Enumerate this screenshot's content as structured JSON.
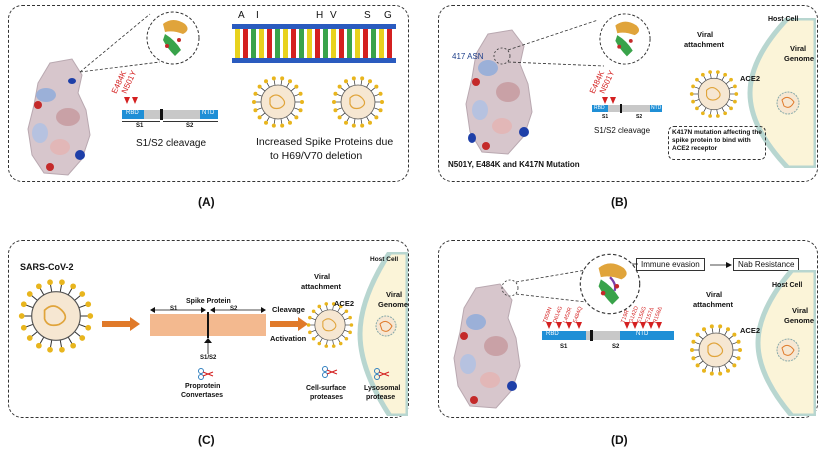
{
  "panel_labels": [
    "(A)",
    "(B)",
    "(C)",
    "(D)"
  ],
  "panel_a": {
    "sequence_letters": [
      "A",
      "I",
      "H",
      "V",
      "S",
      "G"
    ],
    "mutations": [
      "E484K",
      "N501Y"
    ],
    "domain_rbd": "RBD",
    "domain_ntd": "NTD",
    "s1": "S1",
    "s2": "S2",
    "cleavage": "S1/S2 cleavage",
    "caption_line1": "Increased Spike Proteins due",
    "caption_line2": "to H69/V70 deletion"
  },
  "panel_b": {
    "site_label": "417 ASN",
    "mutations": [
      "E484K",
      "N501Y"
    ],
    "domain_rbd": "RBD",
    "domain_ntd": "NTD",
    "s1": "S1",
    "s2": "S2",
    "cleavage": "S1/S2 cleavage",
    "caption": "N501Y, E484K and K417N Mutation",
    "viral_attachment_1": "Viral",
    "viral_attachment_2": "attachment",
    "ace2": "ACE2",
    "host_cell": "Host Cell",
    "viral_genome_1": "Viral",
    "viral_genome_2": "Genome",
    "note": "K417N mutation affecting the spike protein to bind with ACE2 receptor"
  },
  "panel_c": {
    "virus_name": "SARS-CoV-2",
    "spike_protein": "Spike Protein",
    "s1": "S1",
    "s2": "S2",
    "s1s2": "S1/S2",
    "proprotein_1": "Proprotein",
    "proprotein_2": "Convertases",
    "cleavage": "Cleavage",
    "activation": "Activation",
    "viral_attachment_1": "Viral",
    "viral_attachment_2": "attachment",
    "ace2": "ACE2",
    "host_cell": "Host Cell",
    "viral_genome_1": "Viral",
    "viral_genome_2": "Genome",
    "cell_surface_1": "Cell-surface",
    "cell_surface_2": "proteases",
    "lysosomal_1": "Lysosomal",
    "lysosomal_2": "protease"
  },
  "panel_d": {
    "immune_evasion": "Immune evasion",
    "nab_resistance": "Nab Resistance",
    "mutations_left": [
      "T859N",
      "D614G",
      "L452R",
      "E484Q"
    ],
    "mutations_right": [
      "T19R",
      "G142D",
      "E156G",
      "F157Δ",
      "R158Δ"
    ],
    "domain_rbd": "RBD",
    "domain_ntd": "NTD",
    "s1": "S1",
    "s2": "S2",
    "viral_attachment_1": "Viral",
    "viral_attachment_2": "attachment",
    "ace2": "ACE2",
    "host_cell": "Host Cell",
    "viral_genome_1": "Viral",
    "viral_genome_2": "Genome"
  },
  "colors": {
    "mutation_red": "#d42020",
    "rbd_blue": "#1f8fd6",
    "domain_grey": "#c8c8c8",
    "spike_band": "#f3b98f",
    "arrow_orange": "#e07a2a",
    "virus_fill": "#f6e7d2",
    "spike_yellow": "#e8b51d",
    "cell_fill": "#fbf4d8",
    "cell_edge": "#b8d6d0",
    "site_label_blue": "#1e3f8a"
  }
}
